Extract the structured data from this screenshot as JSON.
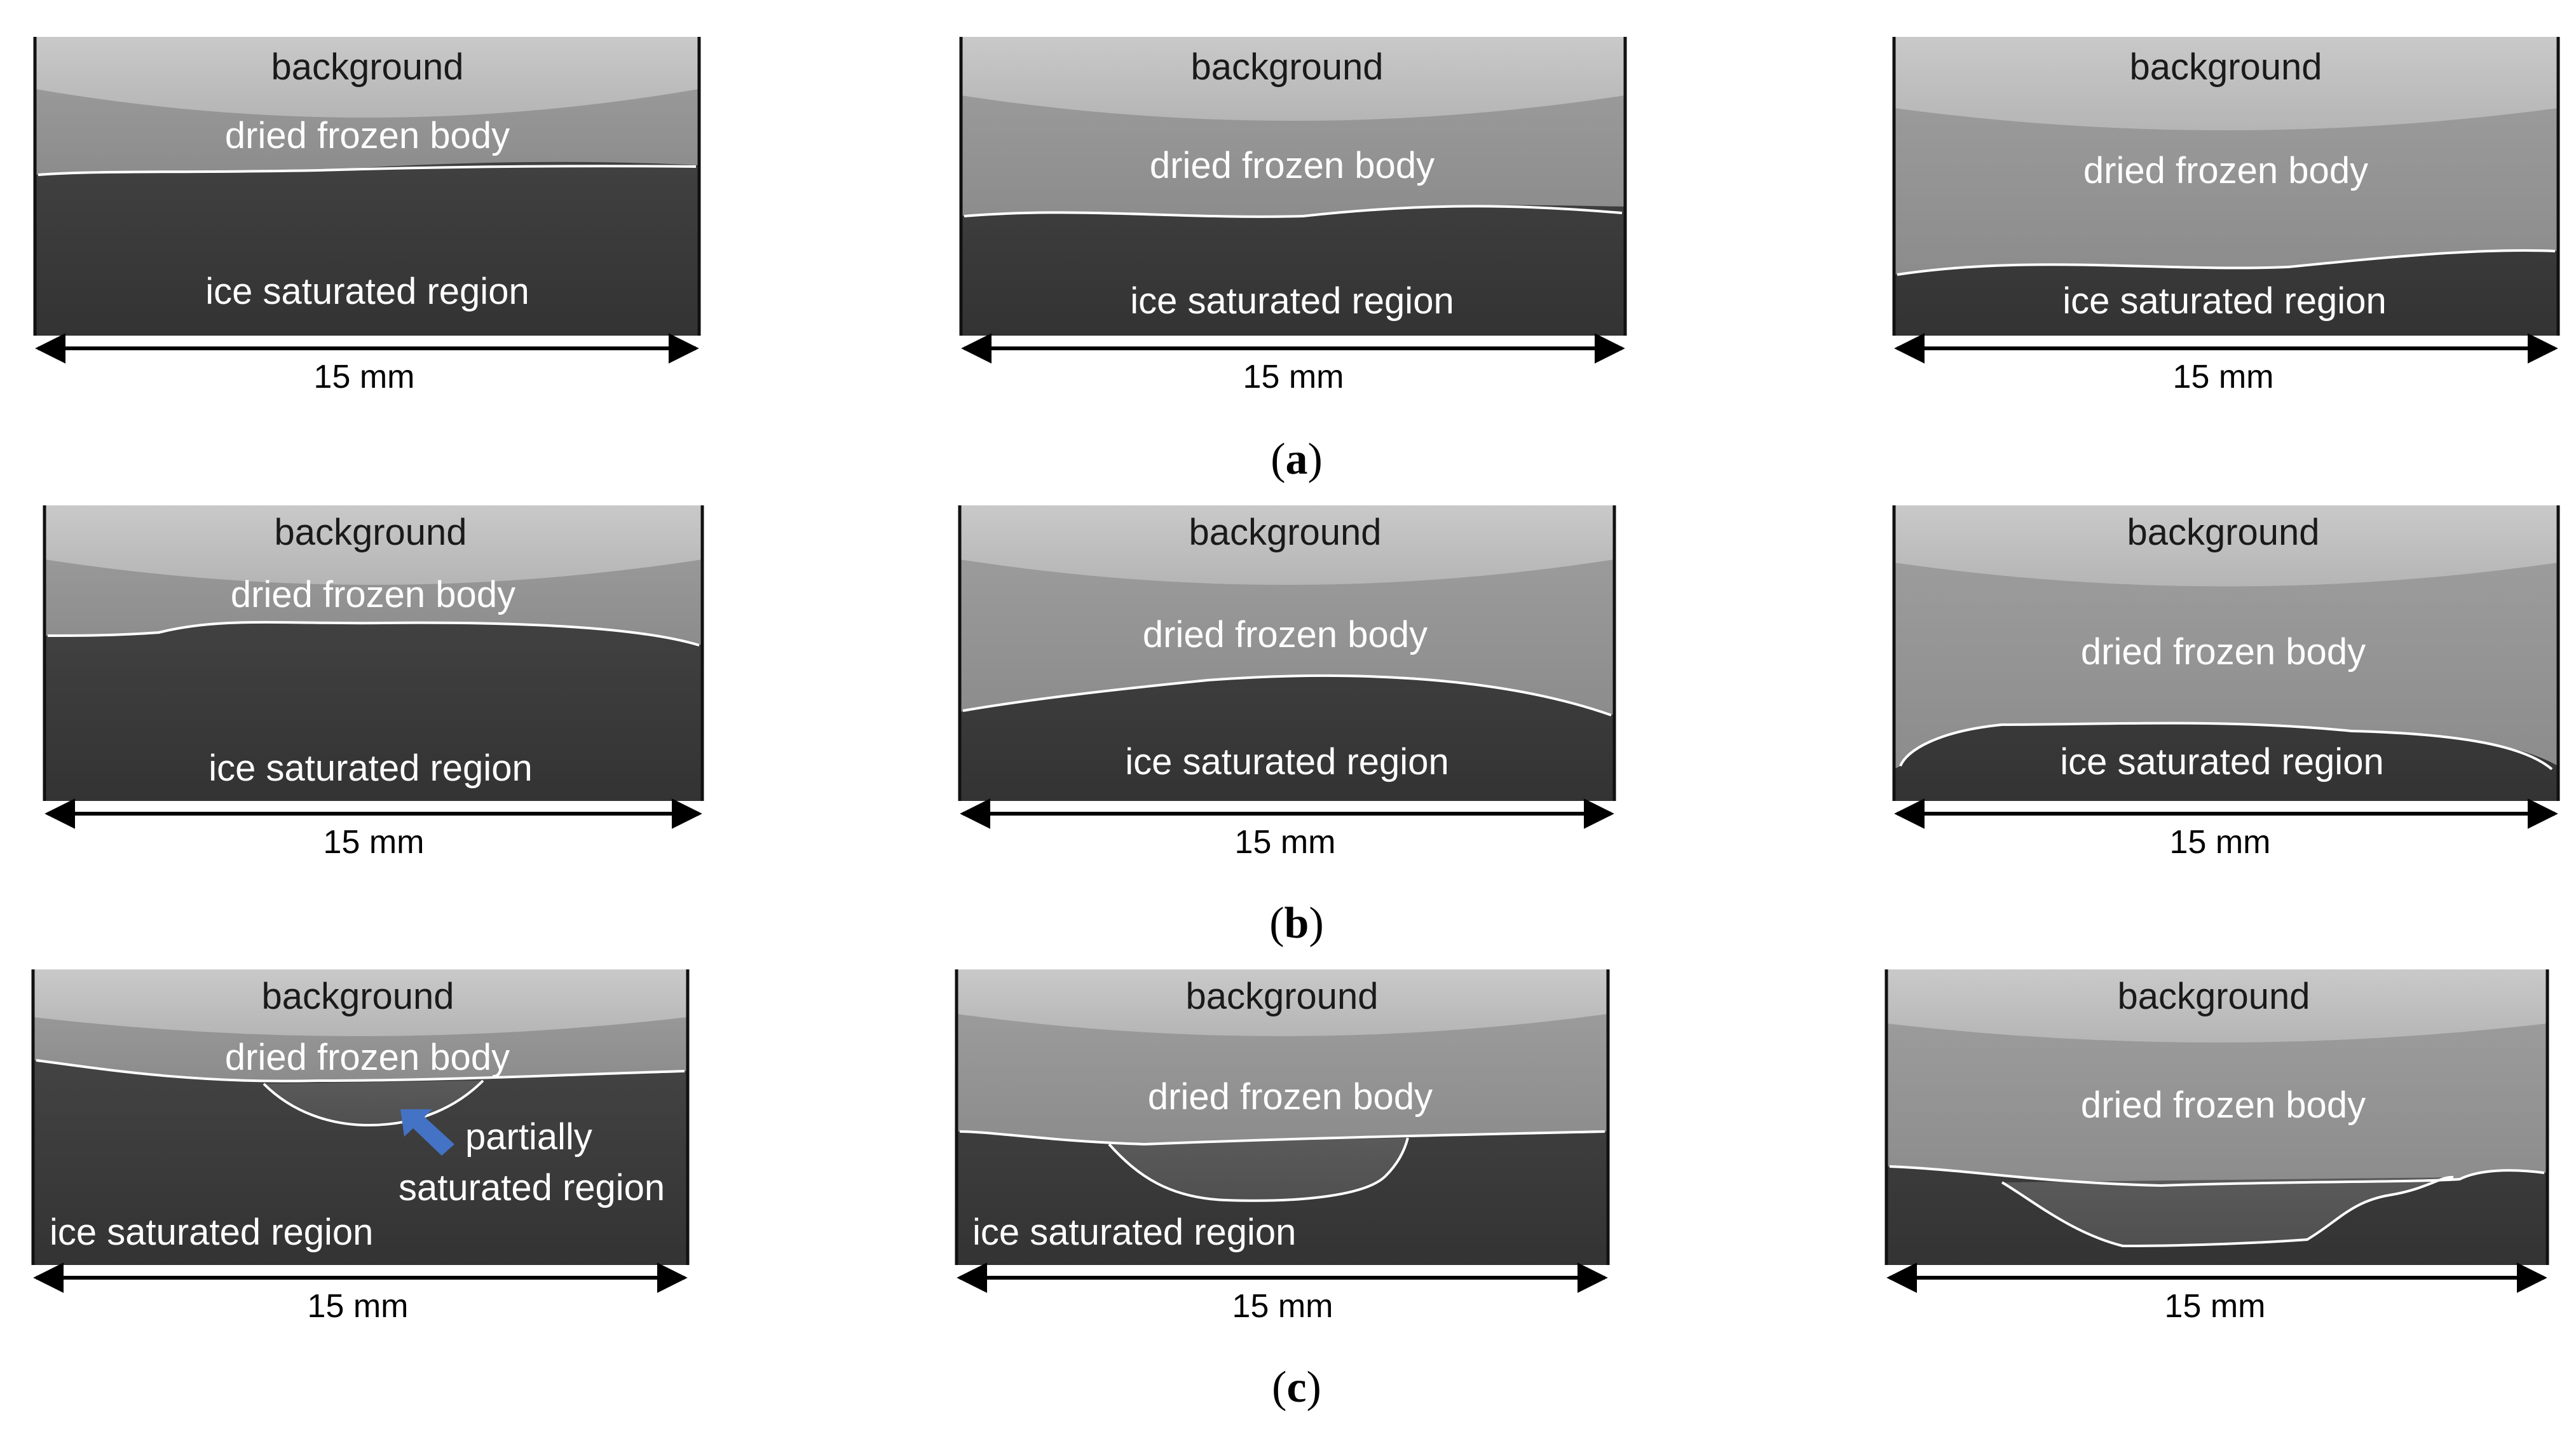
{
  "labels": {
    "background": "background",
    "dried": "dried frozen body",
    "ice": "ice saturated region",
    "partially_line1": "partially",
    "partially_line2": "saturated region",
    "scale": "15 mm"
  },
  "rows": [
    {
      "caption_letter": "a"
    },
    {
      "caption_letter": "b"
    },
    {
      "caption_letter": "c"
    }
  ],
  "colors": {
    "arrow_blue": "#4472c4",
    "boundary_line": "#ffffff",
    "text_dark": "#1a1a1a",
    "text_light": "#ffffff"
  }
}
